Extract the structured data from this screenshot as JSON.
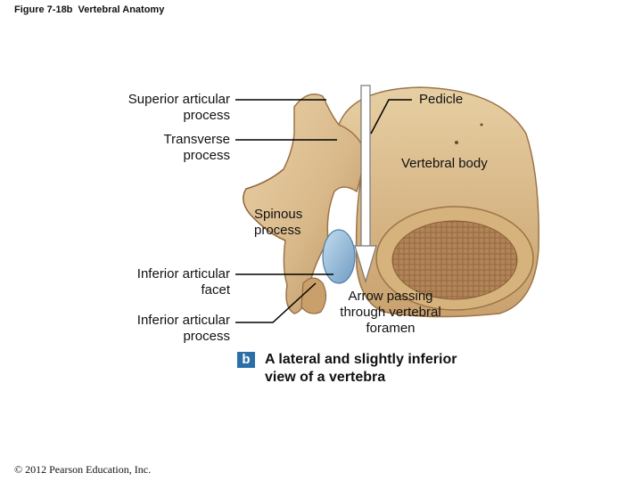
{
  "figure": {
    "title": "Figure 7-18b  Vertebral Anatomy"
  },
  "labels": {
    "superior_articular_process": "Superior articular\nprocess",
    "transverse_process": "Transverse\nprocess",
    "inferior_articular_facet": "Inferior articular\nfacet",
    "inferior_articular_process": "Inferior articular\nprocess",
    "pedicle": "Pedicle",
    "vertebral_body": "Vertebral body",
    "spinous_process": "Spinous\nprocess",
    "arrow_foramen": "Arrow passing\nthrough vertebral\nforamen"
  },
  "caption": {
    "badge": "b",
    "text": "A lateral and slightly inferior\nview of a vertebra"
  },
  "footer": {
    "copyright": "© 2012 Pearson Education, Inc."
  },
  "colors": {
    "bone": "#d9b98a",
    "bone_shadow": "#b88f5c",
    "cancellous": "#a87a4c",
    "facet": "#8fb6d6",
    "badge": "#2c6fa8"
  }
}
